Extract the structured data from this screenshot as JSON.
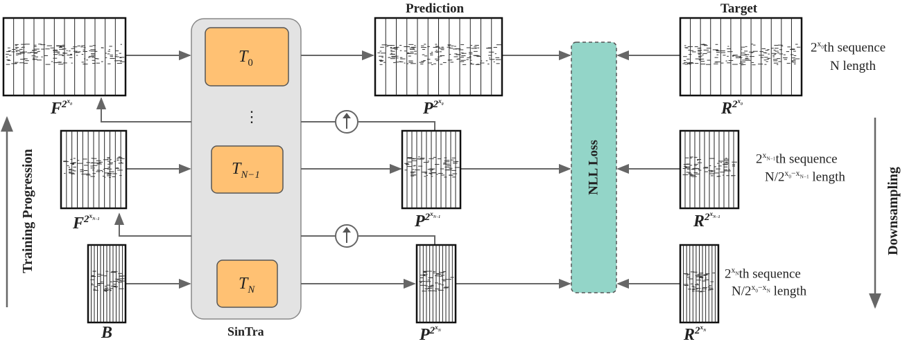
{
  "header": {
    "prediction": "Prediction",
    "target": "Target"
  },
  "sintra": {
    "label": "SinTra",
    "blocks": [
      "T0",
      "⋮",
      "TN−1",
      "TN"
    ]
  },
  "loss": {
    "label": "NLL Loss"
  },
  "side": {
    "left": "Training Progression",
    "right": "Downsampling"
  },
  "inputs": {
    "f0": "F^{2^{x0}}",
    "f1": "F^{2^{xN−1}}",
    "b": "B"
  },
  "predictions": {
    "p0": "P^{2^{x0}}",
    "p1": "P^{2^{xN−1}}",
    "p2": "P^{2^{xN}}"
  },
  "targets": {
    "r0": "R^{2^{x0}}",
    "r1": "R^{2^{xN−1}}",
    "r2": "R^{2^{xN}}"
  },
  "descriptions": {
    "d0": {
      "line1": "th sequence",
      "line2": "N length"
    },
    "d1": {
      "line1": "th sequence",
      "line2": "length"
    },
    "d2": {
      "line1": "th sequence",
      "line2": "length"
    }
  },
  "colors": {
    "block": "#ffc173",
    "panel": "#e3e3e3",
    "loss": "#93d5c8",
    "line": "#666666"
  }
}
